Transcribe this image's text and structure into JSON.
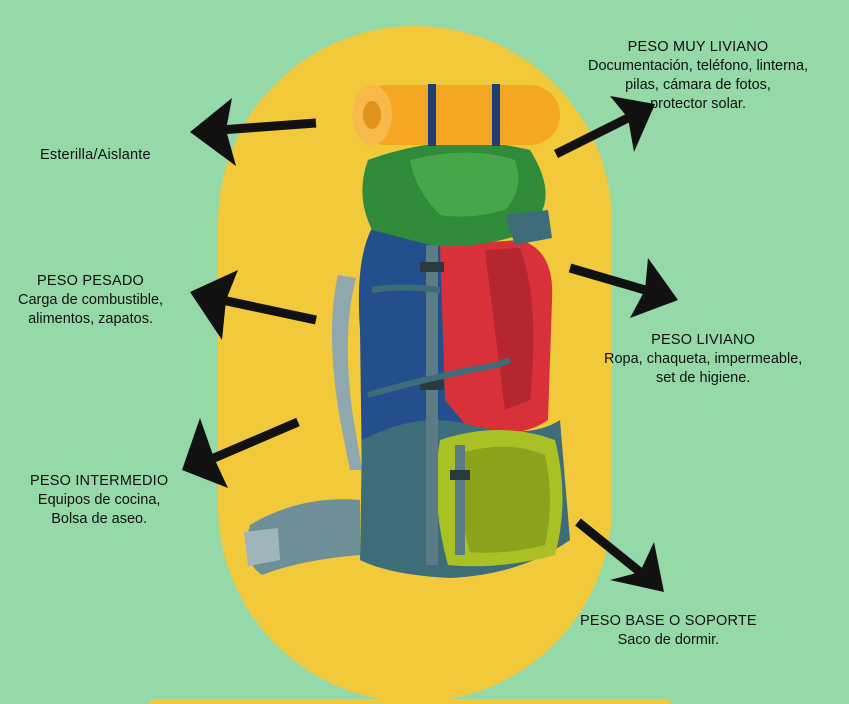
{
  "colors": {
    "background": "#95d9a9",
    "oval": "#f2c93a",
    "arrow": "#111111",
    "pad": "#f5a623",
    "lid": "#2f8a3a",
    "body_blue": "#234f8c",
    "body_red": "#d9313a",
    "bottom_green": "#a9c124",
    "frame_gray": "#6f8f98"
  },
  "labels": {
    "mat": {
      "title": "Esterilla/Aislante"
    },
    "very_light": {
      "title": "PESO MUY LIVIANO",
      "line1": "Documentación, teléfono, linterna,",
      "line2": "pilas, cámara de fotos,",
      "line3": "protector solar."
    },
    "heavy": {
      "title": "PESO PESADO",
      "line1": "Carga de combustible,",
      "line2": "alimentos, zapatos."
    },
    "light": {
      "title": "PESO LIVIANO",
      "line1": "Ropa, chaqueta, impermeable,",
      "line2": "set de higiene."
    },
    "intermediate": {
      "title": "PESO INTERMEDIO",
      "line1": "Equipos de cocina,",
      "line2": "Bolsa de aseo."
    },
    "base": {
      "title": "PESO BASE O SOPORTE",
      "line1": "Saco de dormir."
    }
  }
}
